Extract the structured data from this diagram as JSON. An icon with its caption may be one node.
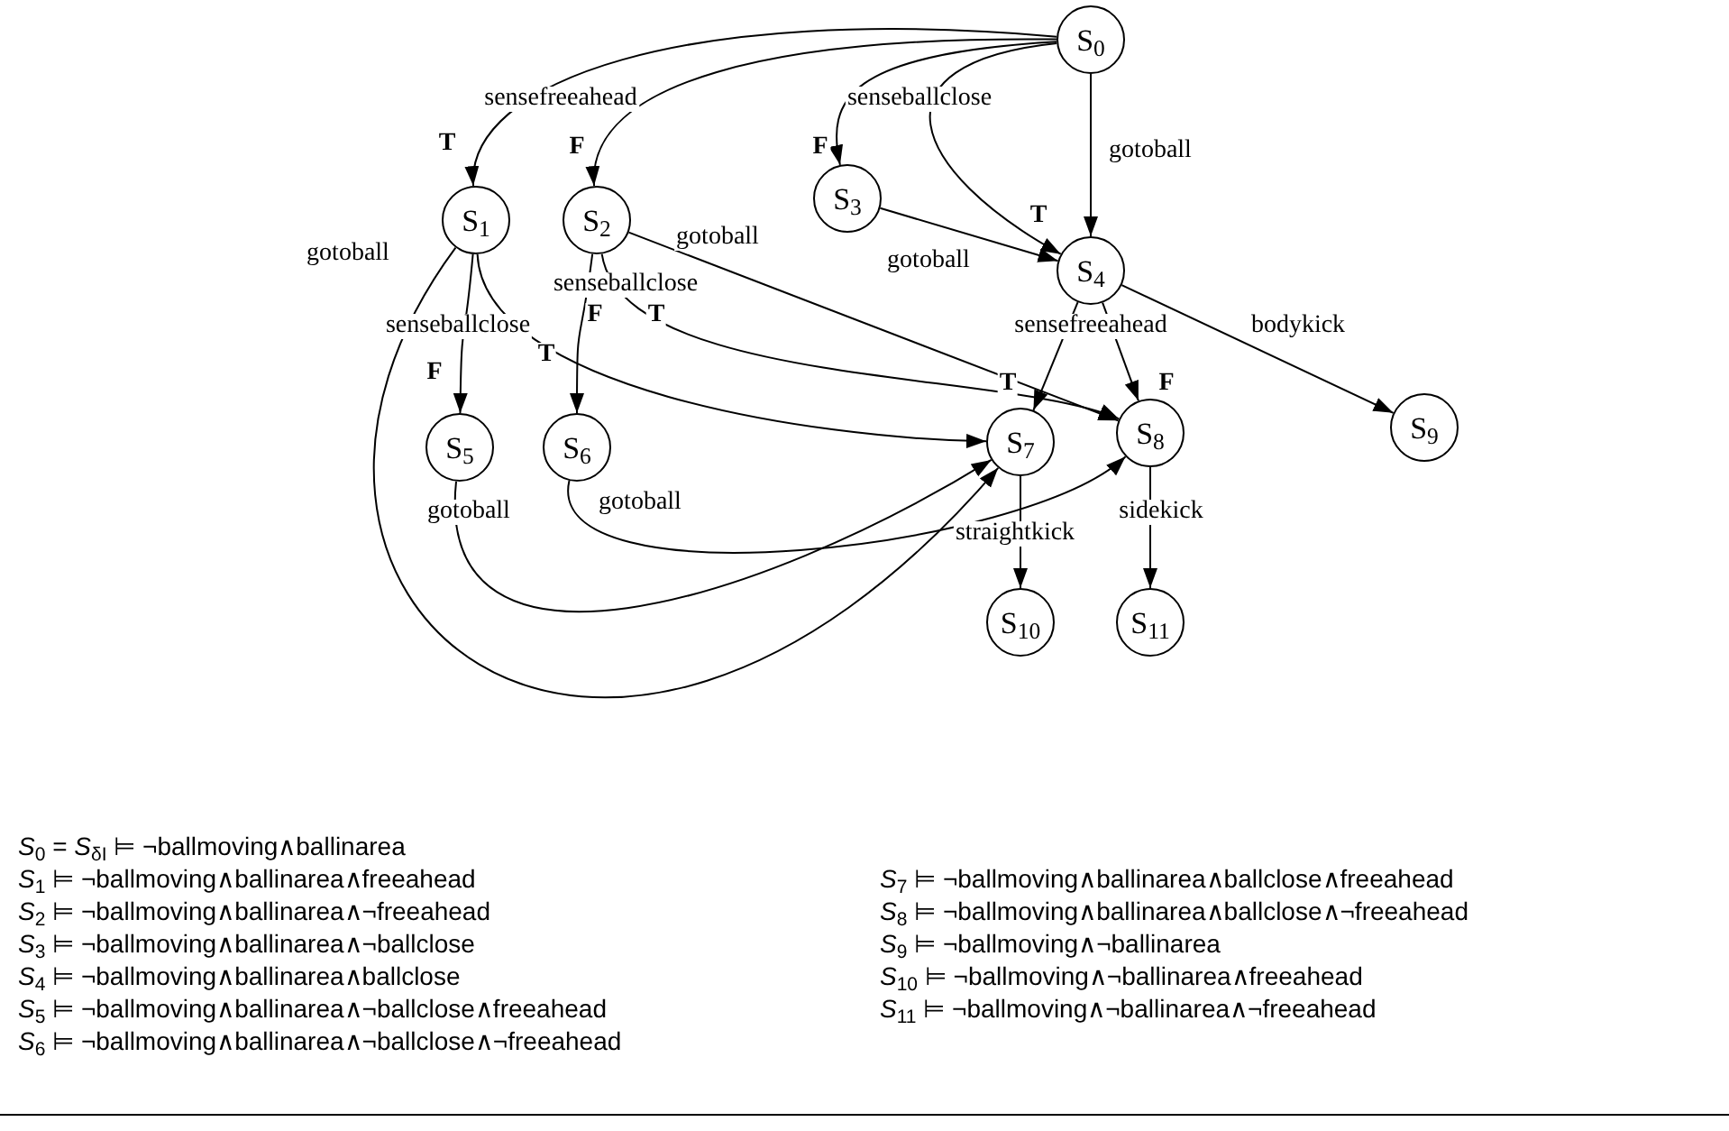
{
  "diagram": {
    "nodes": [
      {
        "text": [
          "S$_{0}$"
        ]
      },
      {
        "text": [
          "S$_{1}$"
        ]
      },
      {
        "text": [
          "S$_{2}$"
        ]
      },
      {
        "text": [
          "S$_{3}$"
        ]
      },
      {
        "text": [
          "S$_{4}$"
        ]
      },
      {
        "text": [
          "S$_{5}$"
        ]
      },
      {
        "text": [
          "S$_{6}$"
        ]
      },
      {
        "text": [
          "S$_{7}$"
        ]
      },
      {
        "text": [
          "S$_{8}$"
        ]
      },
      {
        "text": [
          "S$_{9}$"
        ]
      },
      {
        "text": [
          "S$_{10}$"
        ]
      },
      {
        "text": [
          "S$_{11}$"
        ]
      }
    ],
    "edges": [
      {
        "from": 0,
        "to": 1,
        "arrow": "to",
        "label": "T"
      },
      {
        "from": 0,
        "to": 2,
        "arrow": "to",
        "label": "F"
      },
      {
        "from": 0,
        "to": 3,
        "arrow": "to",
        "label": "F"
      },
      {
        "from": 0,
        "to": 4,
        "arrow": "to",
        "label": "T"
      },
      {
        "from": 0,
        "to": 4,
        "arrow": "to",
        "label": "gotoball"
      },
      {
        "from": 1,
        "to": 5,
        "arrow": "to",
        "label": "F"
      },
      {
        "from": 1,
        "to": 7,
        "arrow": "to",
        "label": "T"
      },
      {
        "from": 1,
        "to": 7,
        "arrow": "to",
        "label": "gotoball"
      },
      {
        "from": 2,
        "to": 6,
        "arrow": "to",
        "label": "F"
      },
      {
        "from": 2,
        "to": 8,
        "arrow": "to",
        "label": "T"
      },
      {
        "from": 2,
        "to": 8,
        "arrow": "to",
        "label": "gotoball"
      },
      {
        "from": 3,
        "to": 4,
        "arrow": "to",
        "label": "gotoball"
      },
      {
        "from": 4,
        "to": 7,
        "arrow": "to",
        "label": "T"
      },
      {
        "from": 4,
        "to": 8,
        "arrow": "to",
        "label": "F"
      },
      {
        "from": 4,
        "to": 9,
        "arrow": "to",
        "label": "bodykick"
      },
      {
        "from": 5,
        "to": 7,
        "arrow": "to",
        "label": "gotoball"
      },
      {
        "from": 6,
        "to": 8,
        "arrow": "to",
        "label": "gotoball"
      },
      {
        "from": 7,
        "to": 10,
        "arrow": "to",
        "label": "straightkick"
      },
      {
        "from": 8,
        "to": 11,
        "arrow": "to",
        "label": "sidekick"
      }
    ],
    "labels": [
      "sensefreeahead",
      "senseballclose",
      "senseballclose",
      "senseballclose",
      "sensefreeahead",
      "*S*$_{0}$ = *S*$_{δI}$ ⊨ ¬ballmoving∧ballinarea",
      "*S*$_{1}$ ⊨ ¬ballmoving∧ballinarea∧freeahead",
      "*S*$_{7}$ ⊨ ¬ballmoving∧ballinarea∧ballclose∧freeahead",
      "*S*$_{2}$ ⊨ ¬ballmoving∧ballinarea∧¬freeahead",
      "*S*$_{8}$ ⊨ ¬ballmoving∧ballinarea∧ballclose∧¬freeahead",
      "*S*$_{3}$ ⊨ ¬ballmoving∧ballinarea∧¬ballclose",
      "*S*$_{9}$ ⊨ ¬ballmoving∧¬ballinarea",
      "*S*$_{4}$ ⊨ ¬ballmoving∧ballinarea∧ballclose",
      "*S*$_{10}$ ⊨ ¬ballmoving∧¬ballinarea∧freeahead",
      "*S*$_{5}$ ⊨ ¬ballmoving∧ballinarea∧¬ballclose∧freeahead",
      "*S*$_{11}$ ⊨ ¬ballmoving∧¬ballinarea∧¬freeahead",
      "*S*$_{6}$ ⊨ ¬ballmoving∧ballinarea∧¬ballclose∧¬freeahead"
    ]
  }
}
